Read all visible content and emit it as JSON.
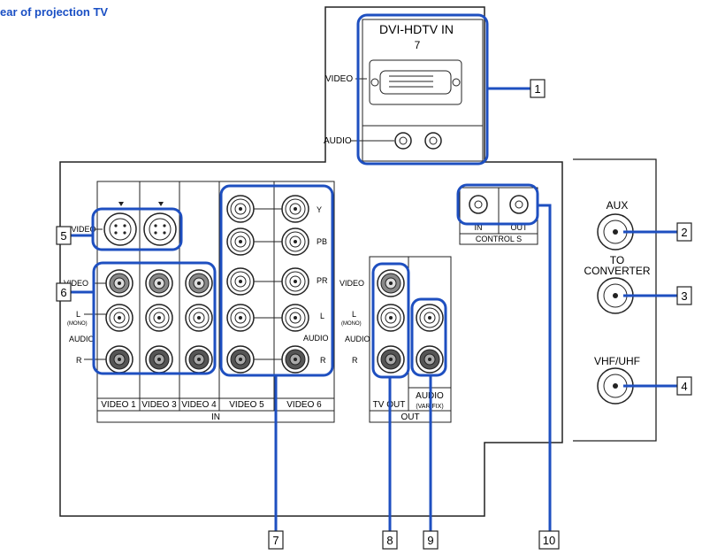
{
  "title": "ear of projection TV",
  "panels": {
    "dvi": {
      "header": "DVI-HDTV IN",
      "number": "7",
      "video_label": "VIDEO",
      "audio_label": "AUDIO"
    },
    "svideo_label": "S VIDEO",
    "composite": {
      "video": "VIDEO",
      "l": "L",
      "mono": "(MONO)",
      "audio": "AUDIO",
      "r": "R"
    },
    "component": {
      "y": "Y",
      "pb": "PB",
      "pr": "PR",
      "l": "L",
      "audio": "AUDIO",
      "r": "R"
    },
    "input_names": [
      "VIDEO 1",
      "VIDEO 3",
      "VIDEO 4",
      "VIDEO 5",
      "VIDEO 6"
    ],
    "in_label": "IN",
    "tv_out": {
      "video": "VIDEO",
      "l": "L",
      "mono": "(MONO)",
      "audio": "AUDIO",
      "r": "R",
      "name": "TV OUT"
    },
    "audio_out": {
      "name": "AUDIO",
      "sub": "(VAR/FIX)"
    },
    "out_label": "OUT",
    "control_s": {
      "in": "IN",
      "out": "OUT",
      "name": "CONTROL S"
    },
    "aux": "AUX",
    "to_converter": [
      "TO",
      "CONVERTER"
    ],
    "vhf_uhf": "VHF/UHF"
  },
  "callouts": [
    "1",
    "2",
    "3",
    "4",
    "5",
    "6",
    "7",
    "8",
    "9",
    "10"
  ],
  "colors": {
    "callout": "#1e4fc0",
    "title": "#1a4fc4",
    "jack_gray": "#555555"
  }
}
